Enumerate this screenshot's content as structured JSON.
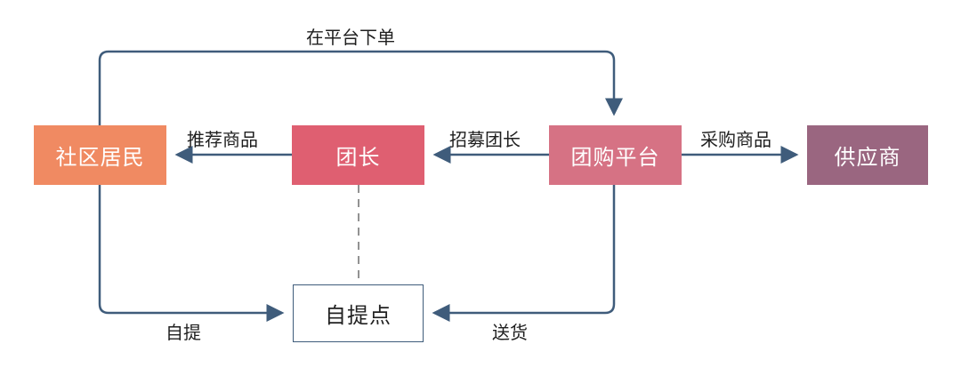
{
  "nodes": {
    "residents": "社区居民",
    "leader": "团长",
    "platform": "团购平台",
    "supplier": "供应商",
    "pickup_point": "自提点"
  },
  "edges": {
    "order_on_platform": "在平台下单",
    "recommend_goods": "推荐商品",
    "recruit_leader": "招募团长",
    "purchase_goods": "采购商品",
    "self_pickup": "自提",
    "delivery": "送货"
  },
  "colors": {
    "residents": "#f08a62",
    "leader": "#df5f71",
    "platform": "#d67284",
    "supplier": "#9a6680",
    "line": "#3f5c7b"
  }
}
